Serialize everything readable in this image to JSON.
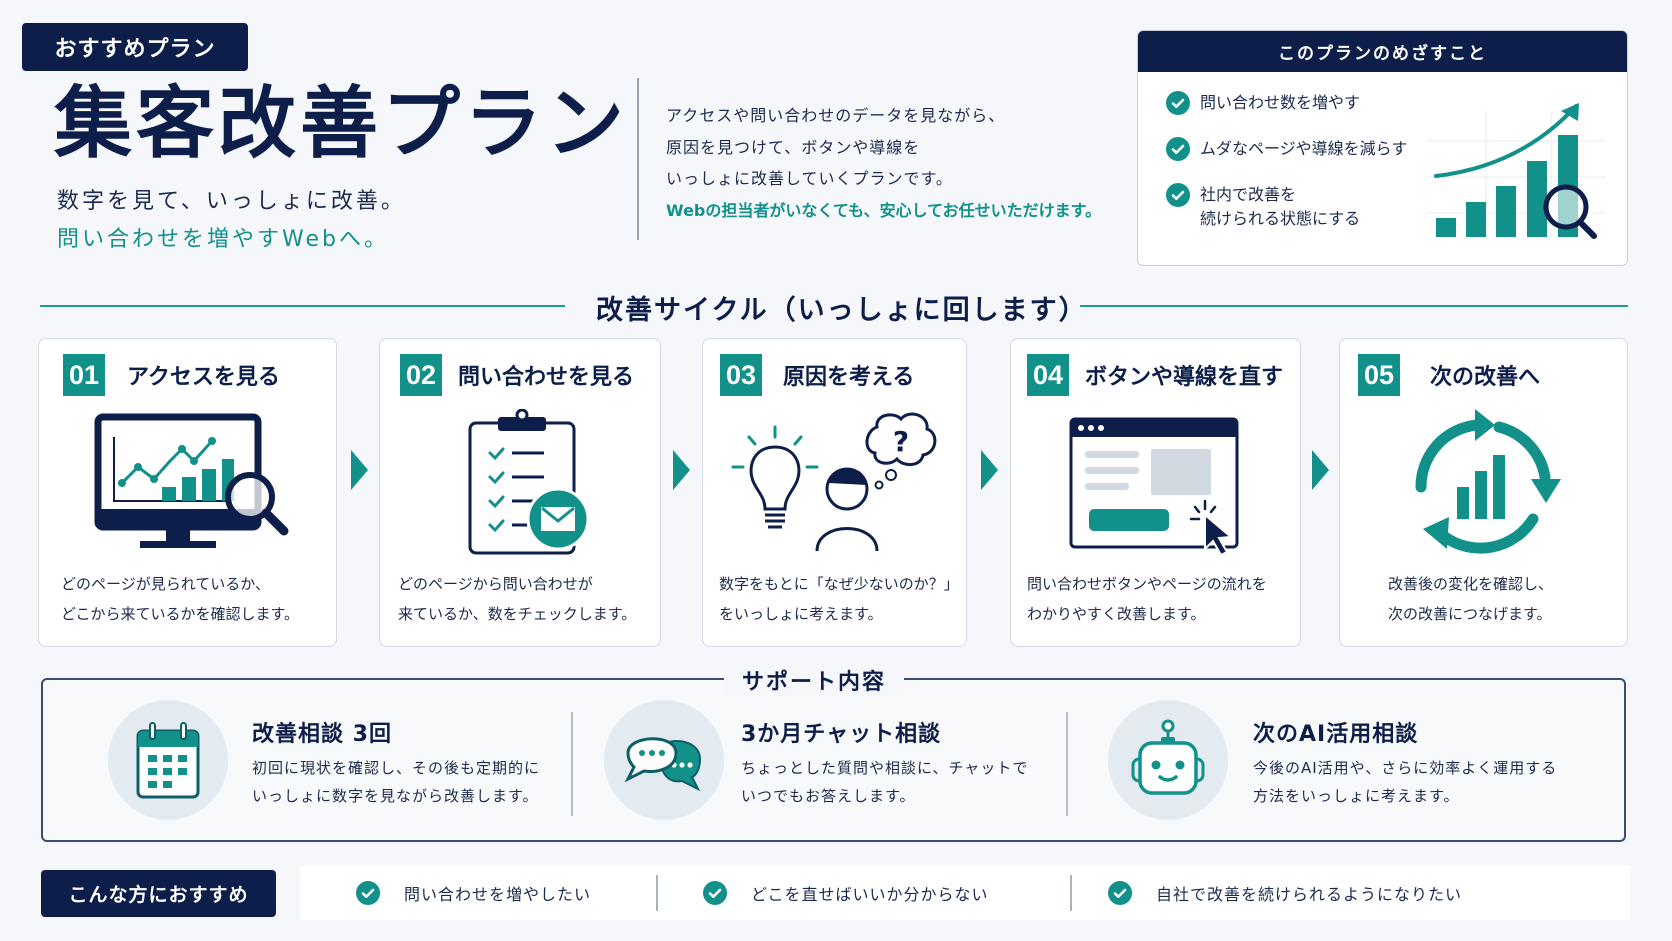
{
  "header": {
    "badge": "おすすめプラン",
    "title": "集客改善プラン",
    "subtitle_line1": "数字を見て、いっしょに改善。",
    "subtitle_line2": "問い合わせを増やすWebへ。",
    "description": [
      "アクセスや問い合わせのデータを見ながら、",
      "原因を見つけて、ボタンや導線を",
      "いっしょに改善していくプランです。"
    ],
    "description_accent": "Webの担当者がいなくても、安心してお任せいただけます。"
  },
  "goals": {
    "title": "このプランのめざすこと",
    "items": [
      {
        "line1": "問い合わせ数を増やす",
        "line2": ""
      },
      {
        "line1": "ムダなページや導線を減らす",
        "line2": ""
      },
      {
        "line1": "社内で改善を",
        "line2": "続けられる状態にする"
      }
    ],
    "chart_icon": "growth-bar-chart-with-magnifier-icon"
  },
  "cycle": {
    "title": "改善サイクル（いっしょに回します）",
    "steps": [
      {
        "num": "01",
        "title": "アクセスを見る",
        "desc1": "どのページが見られているか、",
        "desc2": "どこから来ているかを確認します。",
        "icon": "monitor-analytics-icon"
      },
      {
        "num": "02",
        "title": "問い合わせを見る",
        "desc1": "どのページから問い合わせが",
        "desc2": "来ているか、数をチェックします。",
        "icon": "clipboard-mail-icon"
      },
      {
        "num": "03",
        "title": "原因を考える",
        "desc1": "数字をもとに「なぜ少ないのか？」",
        "desc2": "をいっしょに考えます。",
        "icon": "lightbulb-thinking-person-icon"
      },
      {
        "num": "04",
        "title": "ボタンや導線を直す",
        "desc1": "問い合わせボタンやページの流れを",
        "desc2": "わかりやすく改善します。",
        "icon": "browser-click-icon"
      },
      {
        "num": "05",
        "title": "次の改善へ",
        "desc1": "改善後の変化を確認し、",
        "desc2": "次の改善につなげます。",
        "icon": "cycle-chart-icon"
      }
    ]
  },
  "support": {
    "title": "サポート内容",
    "items": [
      {
        "title": "改善相談 3回",
        "desc1": "初回に現状を確認し、その後も定期的に",
        "desc2": "いっしょに数字を見ながら改善します。",
        "icon": "calendar-icon"
      },
      {
        "title": "3か月チャット相談",
        "desc1": "ちょっとした質問や相談に、チャットで",
        "desc2": "いつでもお答えします。",
        "icon": "chat-bubbles-icon"
      },
      {
        "title": "次のAI活用相談",
        "desc1": "今後のAI活用や、さらに効率よく運用する",
        "desc2": "方法をいっしょに考えます。",
        "icon": "robot-icon"
      }
    ]
  },
  "recommend": {
    "label": "こんな方におすすめ",
    "items": [
      "問い合わせを増やしたい",
      "どこを直せばいいか分からない",
      "自社で改善を続けられるようになりたい"
    ]
  },
  "colors": {
    "navy": "#0d1e4a",
    "teal": "#12908a",
    "background": "#f5f7fa"
  }
}
